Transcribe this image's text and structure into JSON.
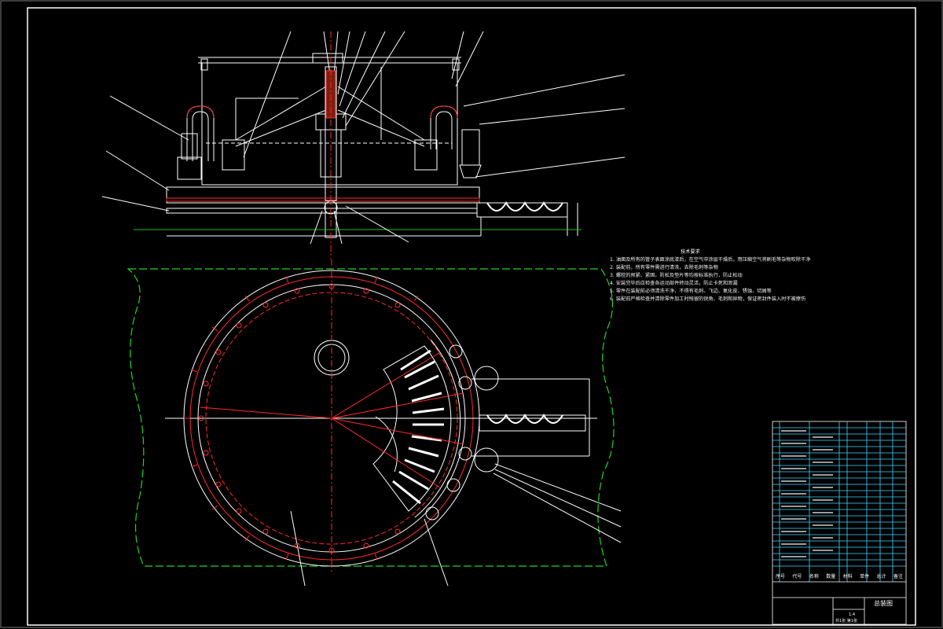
{
  "drawing": {
    "notes_title": "技术要求",
    "notes": [
      "1. 油面及所有的管子表面涂底漆后，在空气中涂层干燥后，用压缩空气将刷毛等杂物吹除干净",
      "2. 装配前，所有零件需进行清洗，去除毛刺等杂物",
      "3. 螺栓的预紧、紧固、防松及垫片等均按标准执行，防止松动",
      "4. 安装完毕后应检查各运动部件转动灵活，防止卡死和泄漏",
      "5. 零件在装配前必须清洗干净，不得有毛刺、飞边、氧化皮、锈蚀、切屑等",
      "6. 装配前严格检查并清除零件加工时残留的锐角、毛刺和异物，保证密封件装入时不被擦伤"
    ],
    "title_block": {
      "header_labels": [
        "序号",
        "代号",
        "名称",
        "数量",
        "材料",
        "单件",
        "总计",
        "备注"
      ],
      "drawing_name": "总装图",
      "scale": "1:4",
      "sheet": "共1张 第1张"
    }
  },
  "colors": {
    "background": "#000000",
    "line_white": "#ffffff",
    "center_red": "#ff2a2a",
    "border_green": "#1fd61f",
    "table_cyan": "#3fd6ff"
  }
}
